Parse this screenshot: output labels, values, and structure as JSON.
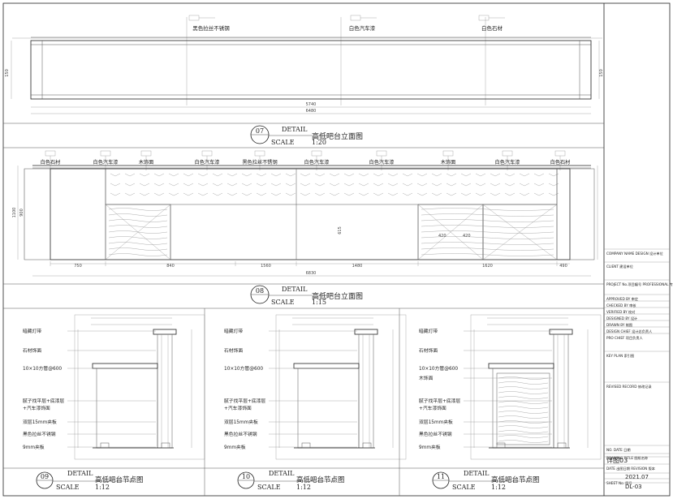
{
  "elevation_top": {
    "labels": [
      "黑色拉丝不锈钢",
      "白色汽车漆",
      "白色石材"
    ],
    "dims": [
      "6480",
      "5740"
    ],
    "side_dims": [
      "150",
      "150"
    ],
    "detail": {
      "num": "07",
      "word": "DETAIL",
      "scale_word": "SCALE",
      "scale": "1:20",
      "title": "高低吧台立面图"
    }
  },
  "elevation_mid": {
    "labels": [
      "白色石材",
      "白色汽车漆",
      "木饰面",
      "白色汽车漆",
      "黑色拉丝不锈钢",
      "白色汽车漆",
      "白色汽车漆",
      "木饰面",
      "白色汽车漆",
      "白色石材"
    ],
    "dims": [
      "750",
      "840",
      "1560",
      "1480",
      "1620",
      "490"
    ],
    "total": "6830",
    "heights": [
      "1100",
      "900",
      "615",
      "420",
      "420"
    ],
    "detail": {
      "num": "08",
      "word": "DETAIL",
      "scale_word": "SCALE",
      "scale": "1:15",
      "title": "高低吧台立面图"
    }
  },
  "sections": [
    {
      "labels": [
        "暗藏灯带",
        "石材饰面",
        "10×10方管@600",
        "腻子找平层+底漆层",
        "+汽车漆饰面",
        "双层15mm夹板",
        "黑色拉丝不锈钢",
        "9mm夹板"
      ],
      "detail": {
        "num": "09",
        "word": "DETAIL",
        "scale_word": "SCALE",
        "scale": "1:12",
        "title": "高低吧台节点图"
      }
    },
    {
      "labels": [
        "暗藏灯带",
        "石材饰面",
        "10×10方管@600",
        "腻子找平层+底漆层",
        "+汽车漆饰面",
        "双层15mm夹板",
        "黑色拉丝不锈钢",
        "9mm夹板"
      ],
      "detail": {
        "num": "10",
        "word": "DETAIL",
        "scale_word": "SCALE",
        "scale": "1:12",
        "title": "高低吧台节点图"
      }
    },
    {
      "labels": [
        "暗藏灯带",
        "石材饰面",
        "10×10方管@600",
        "腻子找平层+底漆层",
        "+汽车漆饰面",
        "双层15mm夹板",
        "黑色拉丝不锈钢",
        "9mm夹板",
        "木饰面"
      ],
      "detail": {
        "num": "11",
        "word": "DETAIL",
        "scale_word": "SCALE",
        "scale": "1:12",
        "title": "高低吧台节点图"
      }
    }
  ],
  "title_block": {
    "rows": [
      "COMPANY NAME  DESIGN  设计单位",
      "CLIENT  建设单位",
      "PROJECT No.项目编号  PROFESSIONAL 专业",
      "APPROVED BY 审定",
      "CHECKED BY 审核",
      "VERIFIED BY 校对",
      "DESIGNED BY 设计",
      "DRAWN BY 制图",
      "DESIGN CHIEF 设计总负责人",
      "PRO CHIEF 项目负责人",
      "KEY PLAN  索引图",
      "REVISED RECORD  修改记录",
      "NO.  DATE  日期",
      "DRAWING TITLE 图纸名称",
      "详图03",
      "DATE 出图日期   REVISION 版本",
      "2021.07",
      "SHEET No. 图号",
      "DL-03"
    ]
  }
}
